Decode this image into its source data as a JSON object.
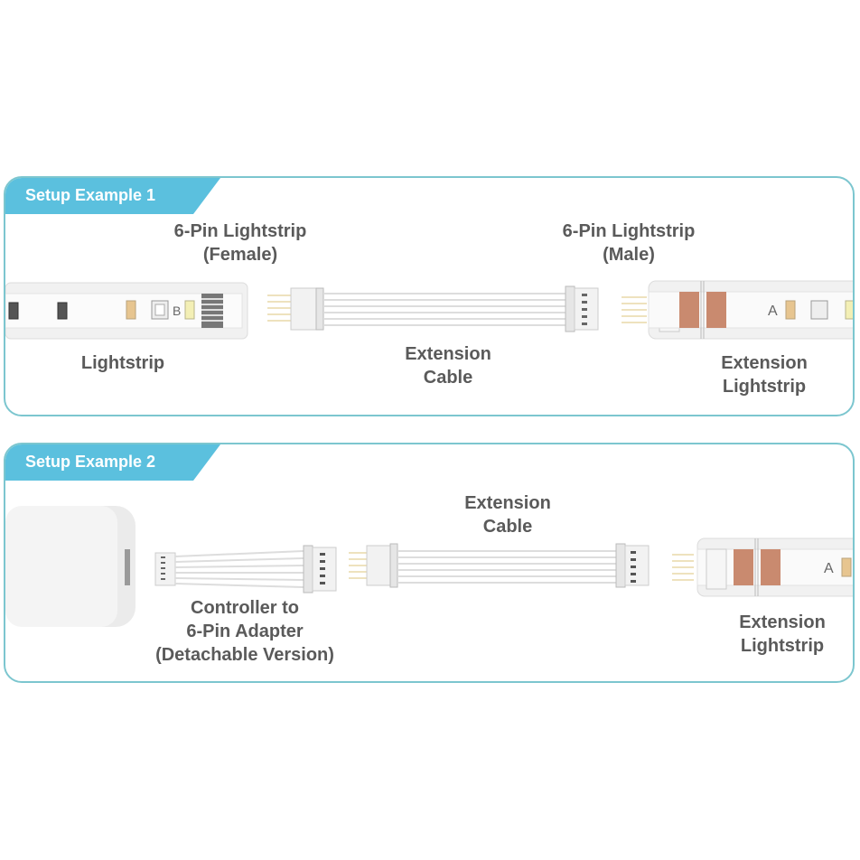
{
  "setup1": {
    "title": "Setup Example 1",
    "female_label_1": "6-Pin Lightstrip",
    "female_label_2": "(Female)",
    "male_label_1": "6-Pin Lightstrip",
    "male_label_2": "(Male)",
    "lightstrip_label": "Lightstrip",
    "cable_label_1": "Extension",
    "cable_label_2": "Cable",
    "ext_label_1": "Extension",
    "ext_label_2": "Lightstrip",
    "marker_b": "B",
    "marker_a": "A"
  },
  "setup2": {
    "title": "Setup Example 2",
    "cable_label_1": "Extension",
    "cable_label_2": "Cable",
    "adapter_label_1": "Controller to",
    "adapter_label_2": "6-Pin Adapter",
    "adapter_label_3": "(Detachable Version)",
    "ext_label_1": "Extension",
    "ext_label_2": "Lightstrip",
    "marker_a": "A"
  },
  "colors": {
    "accent": "#5bc0de",
    "border": "#7cc6cf",
    "text": "#5a5a5a",
    "copper": "#c98a6f"
  }
}
